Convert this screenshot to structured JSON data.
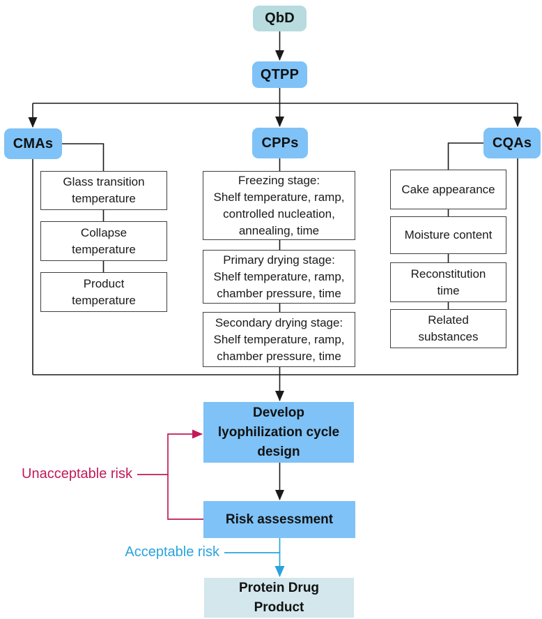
{
  "flowchart": {
    "qbd": {
      "label": "QbD"
    },
    "qtpp": {
      "label": "QTPP"
    },
    "branches": {
      "cmas": {
        "label": "CMAs",
        "items": [
          {
            "lines": [
              "Glass transition",
              "temperature"
            ]
          },
          {
            "lines": [
              "Collapse",
              "temperature"
            ]
          },
          {
            "lines": [
              "Product",
              "temperature"
            ]
          }
        ]
      },
      "cpps": {
        "label": "CPPs",
        "items": [
          {
            "lines": [
              "Freezing stage:",
              "Shelf temperature, ramp,",
              "controlled nucleation,",
              "annealing, time"
            ]
          },
          {
            "lines": [
              "Primary drying stage:",
              "Shelf temperature, ramp,",
              "chamber pressure, time"
            ]
          },
          {
            "lines": [
              "Secondary drying stage:",
              "Shelf temperature, ramp,",
              "chamber pressure, time"
            ]
          }
        ]
      },
      "cqas": {
        "label": "CQAs",
        "items": [
          {
            "lines": [
              "Cake appearance"
            ]
          },
          {
            "lines": [
              "Moisture content"
            ]
          },
          {
            "lines": [
              "Reconstitution",
              "time"
            ]
          },
          {
            "lines": [
              "Related",
              "substances"
            ]
          }
        ]
      }
    },
    "develop": {
      "lines": [
        "Develop",
        "lyophilization cycle",
        "design"
      ]
    },
    "risk_assessment": {
      "label": "Risk assessment"
    },
    "protein_product": {
      "lines": [
        "Protein Drug",
        "Product"
      ]
    },
    "edge_labels": {
      "unacceptable": "Unacceptable risk",
      "acceptable": "Acceptable risk"
    },
    "colors": {
      "node_blue": "#7ec2f7",
      "qbd_teal": "#b7dbdf",
      "product_teal": "#d3e7ec",
      "line_black": "#1a1a1a",
      "unacceptable_magenta": "#c01a57",
      "acceptable_cyan": "#29a3dd"
    }
  }
}
